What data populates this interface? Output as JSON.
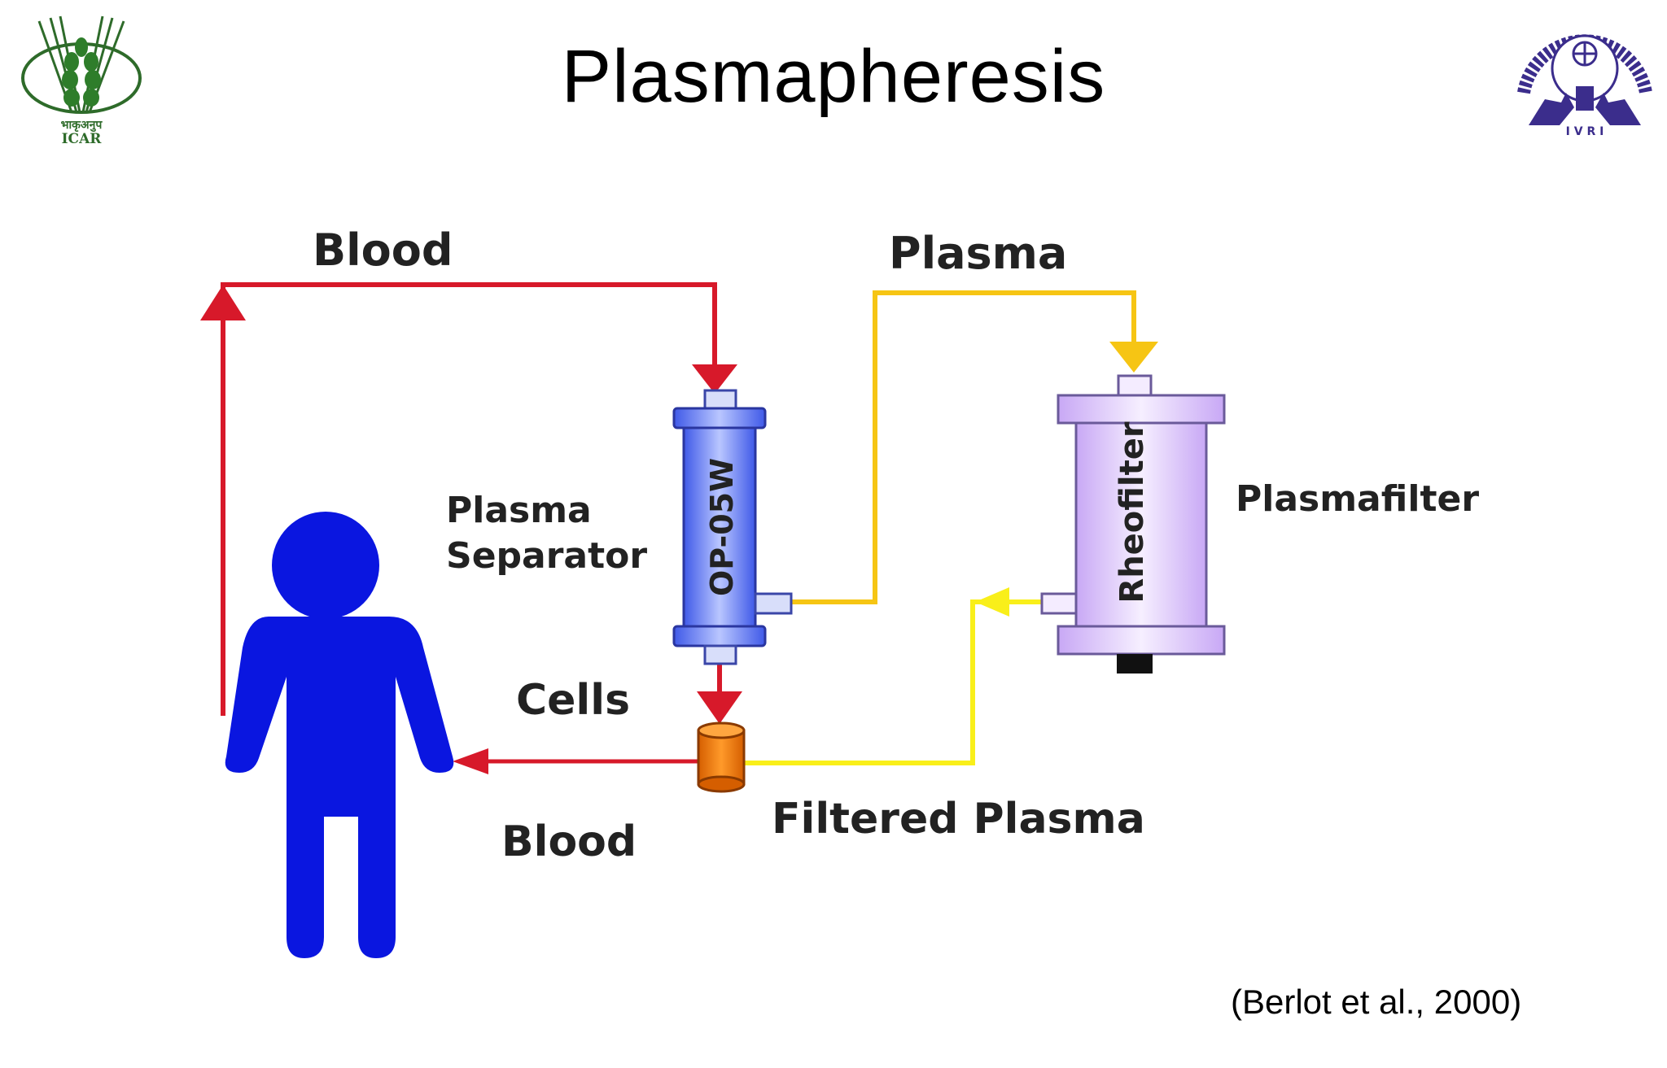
{
  "slide": {
    "title": "Plasmapheresis",
    "citation": "(Berlot et al., 2000)"
  },
  "logos": {
    "left": {
      "icon": "icar-wheat-logo",
      "text_hindi": "भाकृअनुप",
      "text": "ICAR"
    },
    "right": {
      "icon": "ivri-emblem-logo",
      "text": "I V R I"
    }
  },
  "diagram": {
    "labels": {
      "blood_top": "Blood",
      "plasma_top": "Plasma",
      "plasma_separator_line1": "Plasma",
      "plasma_separator_line2": "Separator",
      "separator_device": "OP-05W",
      "filter_device": "Rheofilter",
      "plasmafilter": "Plasmafilter",
      "cells": "Cells",
      "filtered_plasma": "Filtered Plasma",
      "blood_bottom": "Blood"
    },
    "colors": {
      "blood": "#d7192a",
      "plasma": "#f6c514",
      "filtered_plasma": "#f9ef1a",
      "person": "#0a16e0",
      "separator": "#8fa2ff",
      "filter": "#e6d7ff",
      "cells_container": "#f07a10"
    }
  }
}
